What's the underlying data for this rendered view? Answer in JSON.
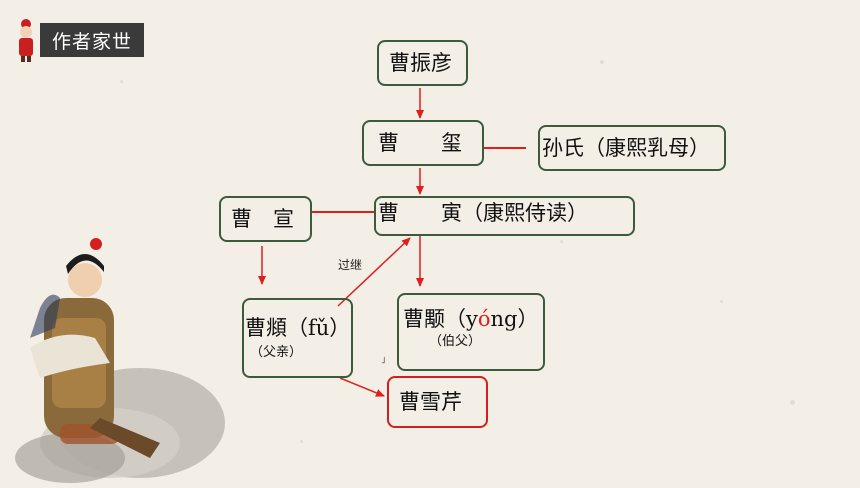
{
  "header": {
    "title": "作者家世"
  },
  "nodes": {
    "zhenyan": {
      "label": "曹振彦"
    },
    "xi": {
      "label": "曹　　玺"
    },
    "sunshi": {
      "label": "孙氏（康熙乳母）"
    },
    "xuan": {
      "label": "曹　宣"
    },
    "yin": {
      "label": "曹　　寅（康熙侍读）"
    },
    "fu": {
      "label": "曹頫（fǔ）",
      "note": "（父亲）"
    },
    "yong": {
      "label_a": "曹颙（y",
      "label_o": "ó",
      "label_b": "ng）",
      "note": "（伯父）"
    },
    "xueqin": {
      "label": "曹雪芹"
    }
  },
  "edges": {
    "adoption_label": "过继"
  },
  "colors": {
    "arrow": "#e01e1e",
    "box_border": "#3c5a3c",
    "header_bg": "#3a3a3a",
    "background": "#f4efe6"
  }
}
